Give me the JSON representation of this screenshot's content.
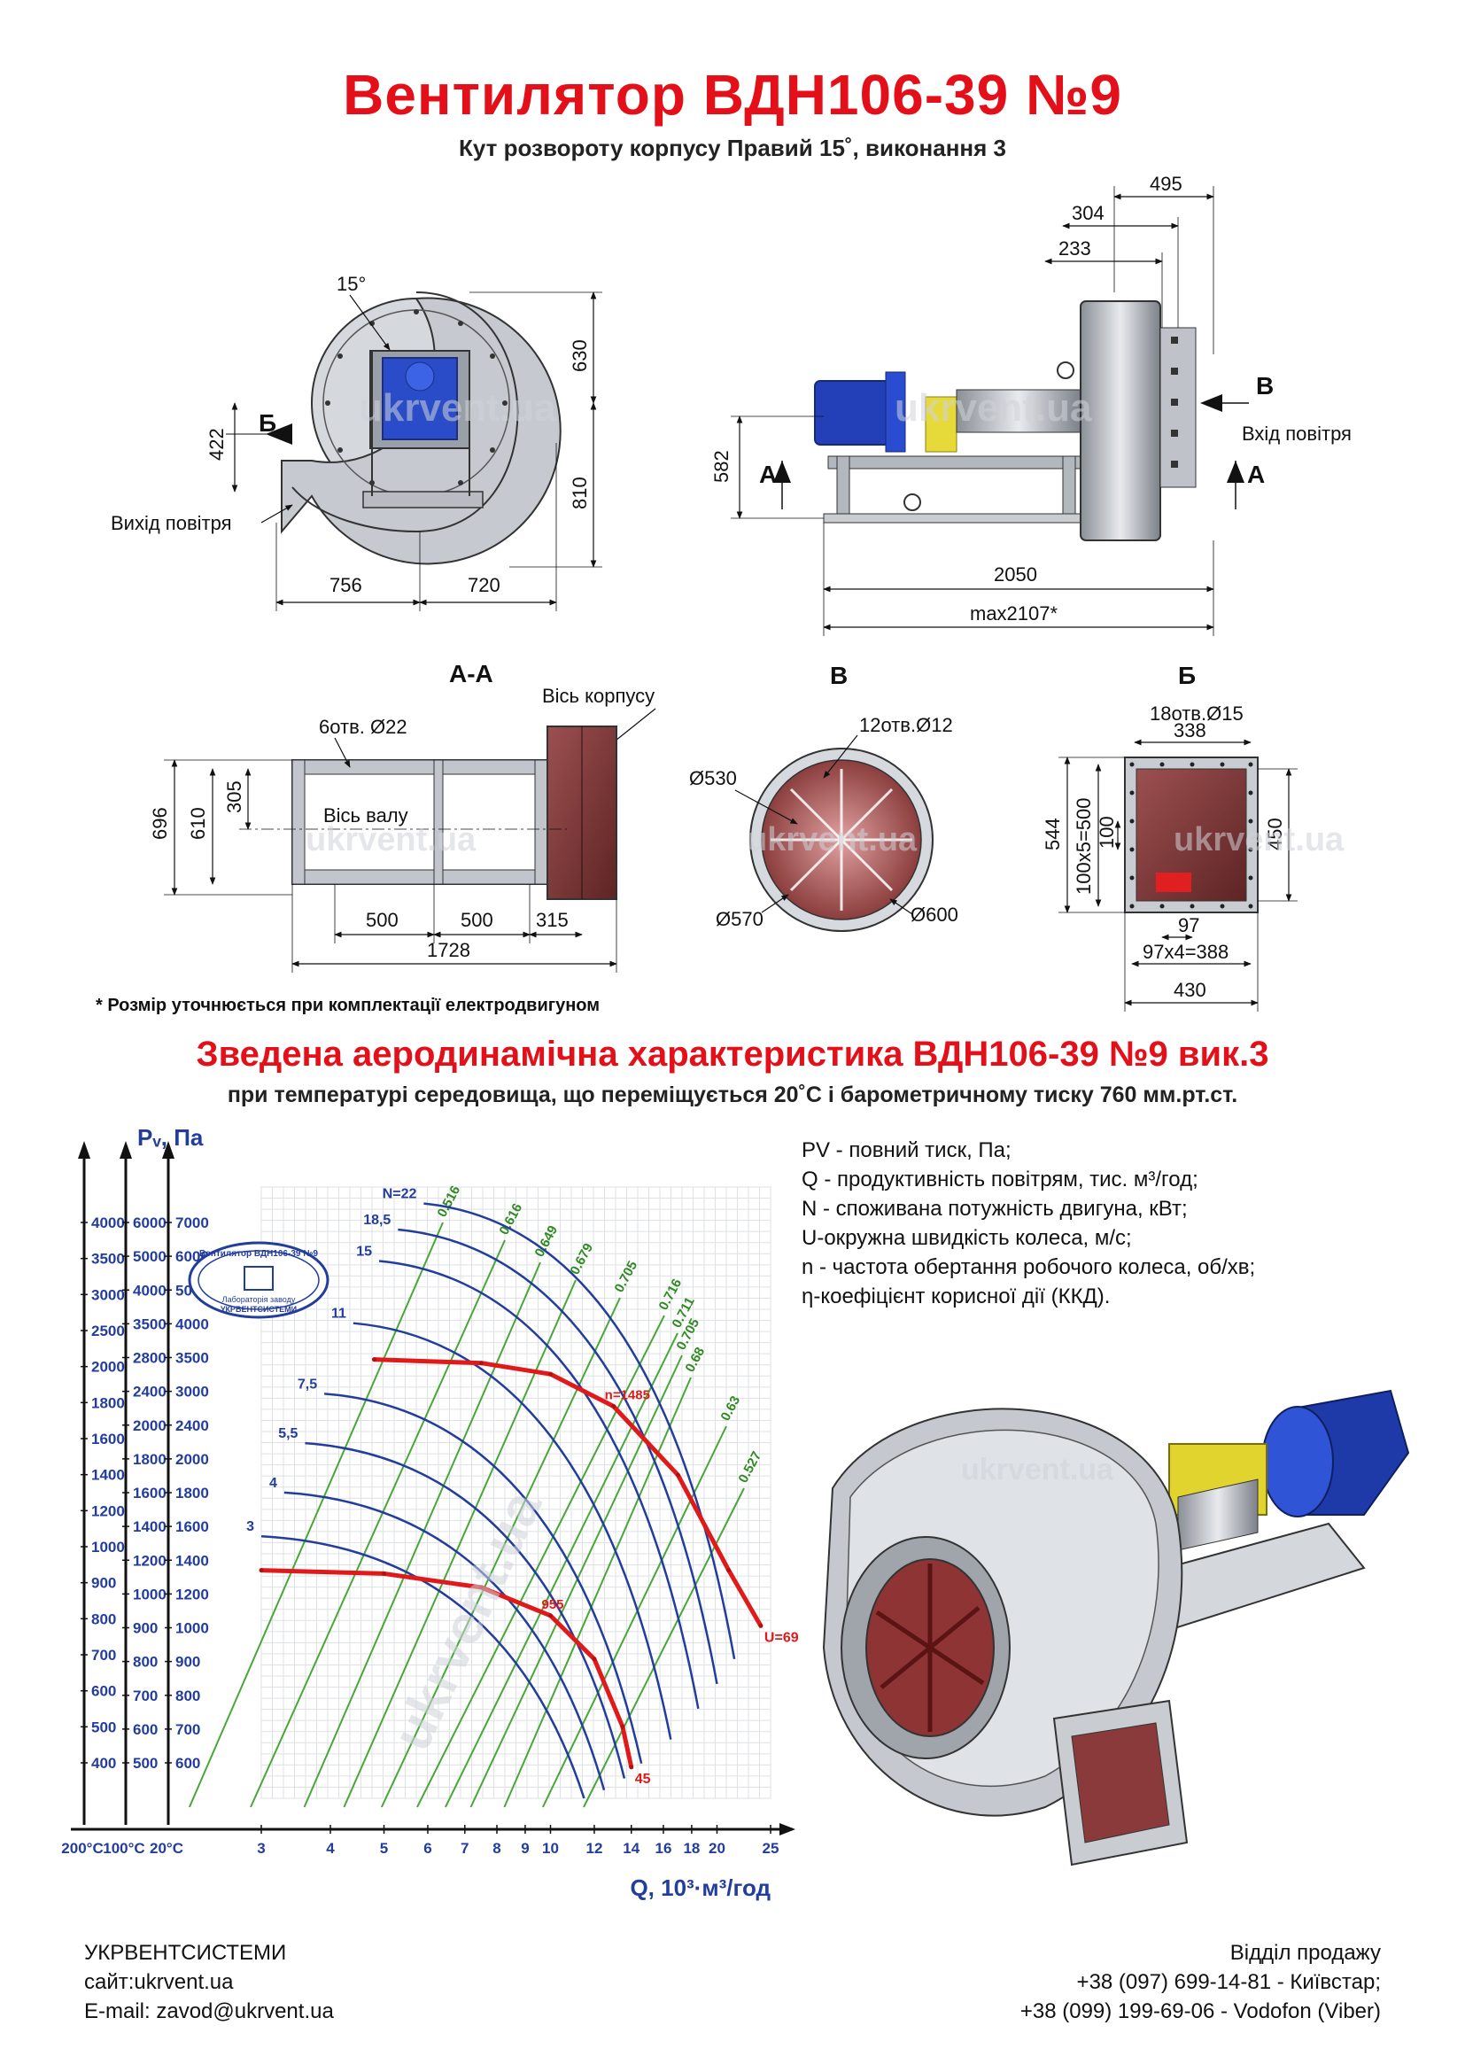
{
  "header": {
    "title": "Вентилятор  ВДН106-39 №9",
    "subtitle": "Кут розвороту корпусу Правий 15˚, виконання 3"
  },
  "front_view": {
    "angle": "15°",
    "section_label": "Б",
    "outlet": "Вихід повітря",
    "dim_422": "422",
    "dim_630": "630",
    "dim_810": "810",
    "dim_756": "756",
    "dim_720": "720"
  },
  "side_view": {
    "dim_495": "495",
    "dim_304": "304",
    "dim_233": "233",
    "dim_582": "582",
    "dim_2050": "2050",
    "dim_max": "max2107*",
    "label_a1": "А",
    "label_a2": "А",
    "label_b": "В",
    "inlet": "Вхід повітря"
  },
  "section_aa": {
    "title": "А-А",
    "axis_body": "Вісь корпусу",
    "holes": "6отв. Ø22",
    "axis_shaft": "Вісь валу",
    "dim_696": "696",
    "dim_610": "610",
    "dim_305": "305",
    "dim_500a": "500",
    "dim_500b": "500",
    "dim_315": "315",
    "dim_1728": "1728"
  },
  "section_v": {
    "title": "В",
    "holes": "12отв.Ø12",
    "d530": "Ø530",
    "d570": "Ø570",
    "d600": "Ø600"
  },
  "section_b": {
    "title": "Б",
    "holes": "18отв.Ø15",
    "dim_338": "338",
    "dim_544": "544",
    "dim_100x5": "100x5=500",
    "dim_100": "100",
    "dim_450": "450",
    "dim_97": "97",
    "dim_97x4": "97x4=388",
    "dim_430": "430"
  },
  "watermark": "ukrvent.ua",
  "footnote": "* Розмір уточнюється при комплектації електродвигуном",
  "characteristic": {
    "title": "Зведена аеродинамічна характеристика ВДН106-39 №9 вик.3",
    "subtitle": "при температурі середовища, що переміщується 20˚С і барометричному тиску 760 мм.рт.ст."
  },
  "legend": [
    "PV - повний тиск, Па;",
    "Q - продуктивність повітрям, тис. м³/год;",
    "N - споживана потужність двигуна, кВт;",
    "U-окружна швидкість колеса, м/с;",
    "n - частота обертання робочого колеса, об/хв;",
    "η-коефіцієнт корисної дії (ККД)."
  ],
  "chart_data": {
    "type": "line",
    "ylabel": "Pᵥ, Па",
    "xlabel": "Q, 10³·м³/год",
    "x_axis": {
      "scale": "log",
      "ticks": [
        3,
        4,
        5,
        6,
        7,
        8,
        9,
        10,
        12,
        14,
        16,
        18,
        20,
        25
      ],
      "temperature_labels": [
        "200°C",
        "100°C",
        "20°C"
      ]
    },
    "y_axes": [
      {
        "temperature": "200°C",
        "ticks": [
          400,
          500,
          600,
          700,
          800,
          900,
          1000,
          1200,
          1400,
          1600,
          1800,
          2000,
          2500,
          3000,
          3500,
          4000
        ]
      },
      {
        "temperature": "100°C",
        "ticks": [
          500,
          600,
          700,
          800,
          900,
          1000,
          1200,
          1400,
          1600,
          1800,
          2000,
          2400,
          2800,
          3500,
          4000,
          5000,
          6000
        ]
      },
      {
        "temperature": "20°C",
        "ticks": [
          600,
          700,
          800,
          900,
          1000,
          1200,
          1400,
          1600,
          1800,
          2000,
          2400,
          3000,
          3500,
          4000,
          5000,
          6000,
          7000
        ]
      }
    ],
    "power_curves": [
      "3",
      "4",
      "5,5",
      "7,5",
      "11",
      "15",
      "18,5",
      "N=22"
    ],
    "efficiency_lines": [
      "0.516",
      "0.616",
      "0.649",
      "0.679",
      "0.705",
      "0.716",
      "0.711",
      "0.705",
      "0.68",
      "0.63",
      "0.527"
    ],
    "speed_series": [
      {
        "name": "n=1485",
        "label_end": "U=69",
        "points": [
          [
            4.8,
            3500
          ],
          [
            7.5,
            3450
          ],
          [
            10,
            3300
          ],
          [
            13,
            2900
          ],
          [
            17,
            2200
          ],
          [
            21,
            1500
          ],
          [
            24,
            1200
          ]
        ]
      },
      {
        "name": "955",
        "label_end": "45",
        "points": [
          [
            3,
            1500
          ],
          [
            5,
            1480
          ],
          [
            7.5,
            1400
          ],
          [
            10,
            1250
          ],
          [
            12,
            1050
          ],
          [
            13.5,
            800
          ],
          [
            14,
            680
          ]
        ]
      }
    ],
    "badge": [
      "Вентилятор ВДН106-39 №9",
      "Лабораторія заводу",
      "УКРВЕНТСИСТЕМИ"
    ]
  },
  "footer": {
    "company": "УКРВЕНТСИСТЕМИ",
    "site": "сайт:ukrvent.ua",
    "email": "E-mail: zavod@ukrvent.ua",
    "sales": "Відділ продажу",
    "phone1": "+38 (097) 699-14-81 - Київстар;",
    "phone2": "+38 (099) 199-69-06 - Vodofon (Viber)"
  }
}
